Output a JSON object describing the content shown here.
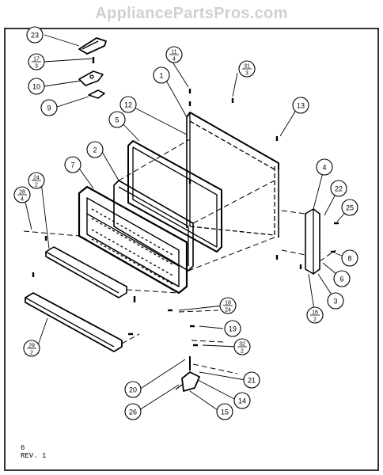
{
  "watermark": "AppliancePartsPros.com",
  "footer": {
    "sheet": "6",
    "revision": "REV. 1"
  },
  "callouts": [
    {
      "id": "c23",
      "top": "23"
    },
    {
      "id": "c17",
      "top": "17",
      "bottom": "3"
    },
    {
      "id": "c10",
      "top": "10"
    },
    {
      "id": "c9",
      "top": "9"
    },
    {
      "id": "c11",
      "top": "11",
      "bottom": "4"
    },
    {
      "id": "c31",
      "top": "31",
      "bottom": "3"
    },
    {
      "id": "c1",
      "top": "1"
    },
    {
      "id": "c12",
      "top": "12"
    },
    {
      "id": "c5",
      "top": "5"
    },
    {
      "id": "c13",
      "top": "13"
    },
    {
      "id": "c2",
      "top": "2"
    },
    {
      "id": "c7",
      "top": "7"
    },
    {
      "id": "c24",
      "top": "24",
      "bottom": "2"
    },
    {
      "id": "c28",
      "top": "28",
      "bottom": "4"
    },
    {
      "id": "c4",
      "top": "4"
    },
    {
      "id": "c22",
      "top": "22"
    },
    {
      "id": "c25",
      "top": "25"
    },
    {
      "id": "c8",
      "top": "8"
    },
    {
      "id": "c6",
      "top": "6"
    },
    {
      "id": "c3",
      "top": "3"
    },
    {
      "id": "c16",
      "top": "16",
      "bottom": "2"
    },
    {
      "id": "c18",
      "top": "18",
      "bottom": "24"
    },
    {
      "id": "c19",
      "top": "19"
    },
    {
      "id": "c32",
      "top": "32",
      "bottom": "2"
    },
    {
      "id": "c21",
      "top": "21"
    },
    {
      "id": "c20",
      "top": "20"
    },
    {
      "id": "c14",
      "top": "14"
    },
    {
      "id": "c26",
      "top": "26"
    },
    {
      "id": "c15",
      "top": "15"
    },
    {
      "id": "c29",
      "top": "29",
      "bottom": "2"
    }
  ]
}
